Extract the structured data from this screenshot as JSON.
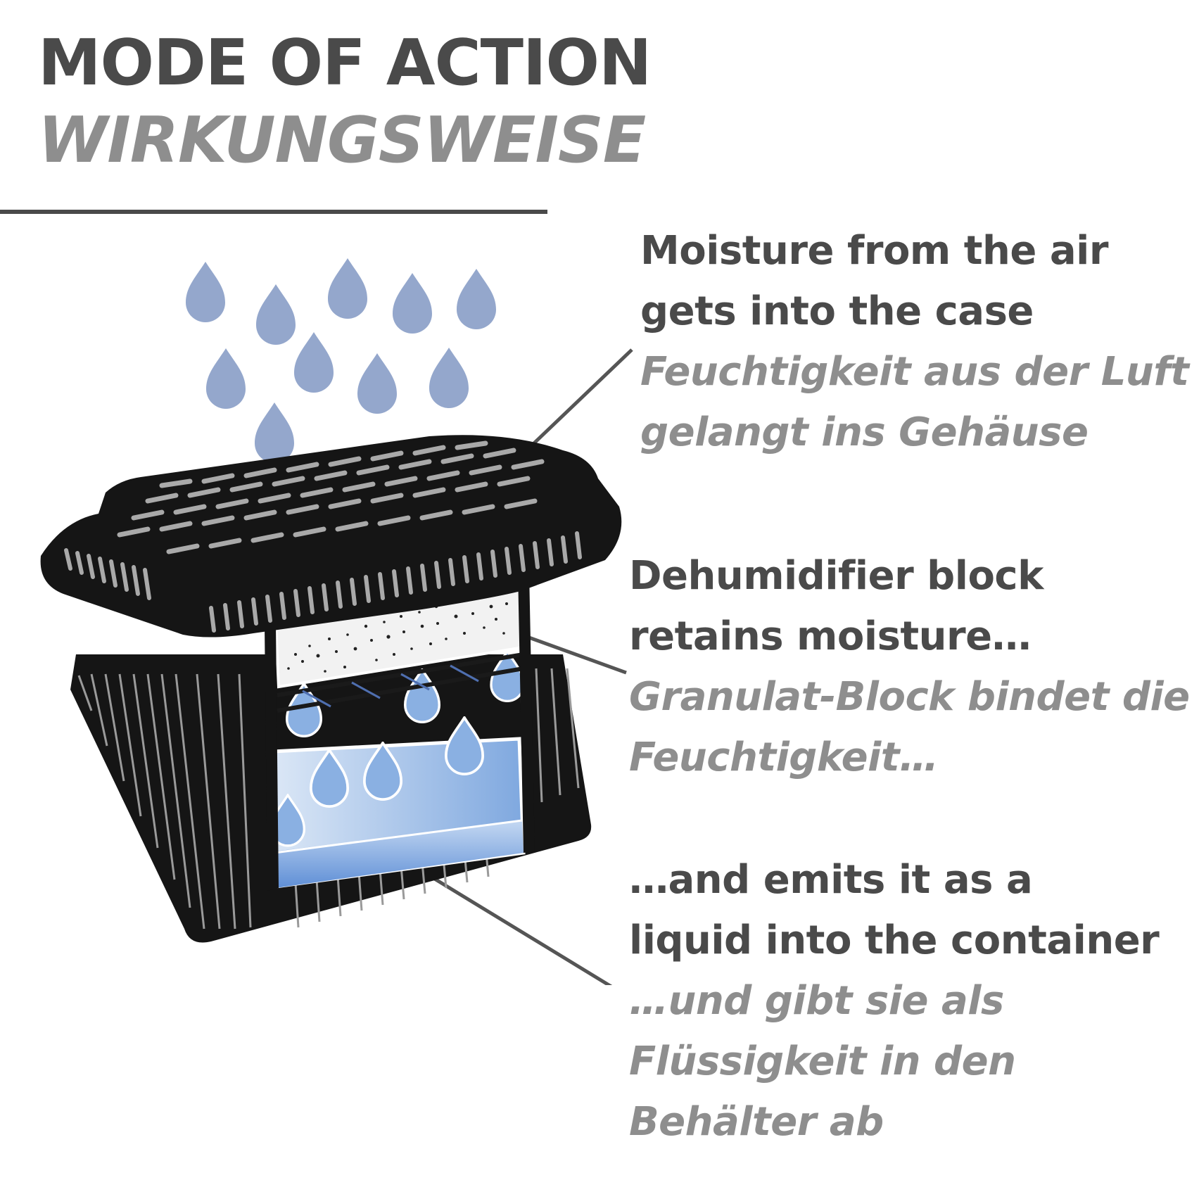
{
  "header": {
    "title_en": "MODE OF ACTION",
    "title_de": "WIRKUNGSWEISE"
  },
  "captions": [
    {
      "en_lines": [
        "Moisture from the air",
        "gets into the case"
      ],
      "de_lines": [
        "Feuchtigkeit aus der Luft",
        "gelangt ins Gehäuse"
      ]
    },
    {
      "en_lines": [
        "Dehumidifier block",
        "retains moisture…"
      ],
      "de_lines": [
        "Granulat-Block bindet die",
        "Feuchtigkeit…"
      ]
    },
    {
      "en_lines": [
        "…and emits it as a",
        "liquid into the container"
      ],
      "de_lines": [
        "…und gibt sie als",
        "Flüssigkeit in den",
        "Behälter ab"
      ]
    }
  ],
  "colors": {
    "heading_dark": "#4a4a4a",
    "heading_light": "#8e8e8e",
    "drop_blue": "#94a7cc",
    "case_black": "#141414",
    "liquid_blue": "#8ab0e2"
  },
  "icons": [
    "water-drop-icon",
    "dehumidifier-case-icon"
  ]
}
